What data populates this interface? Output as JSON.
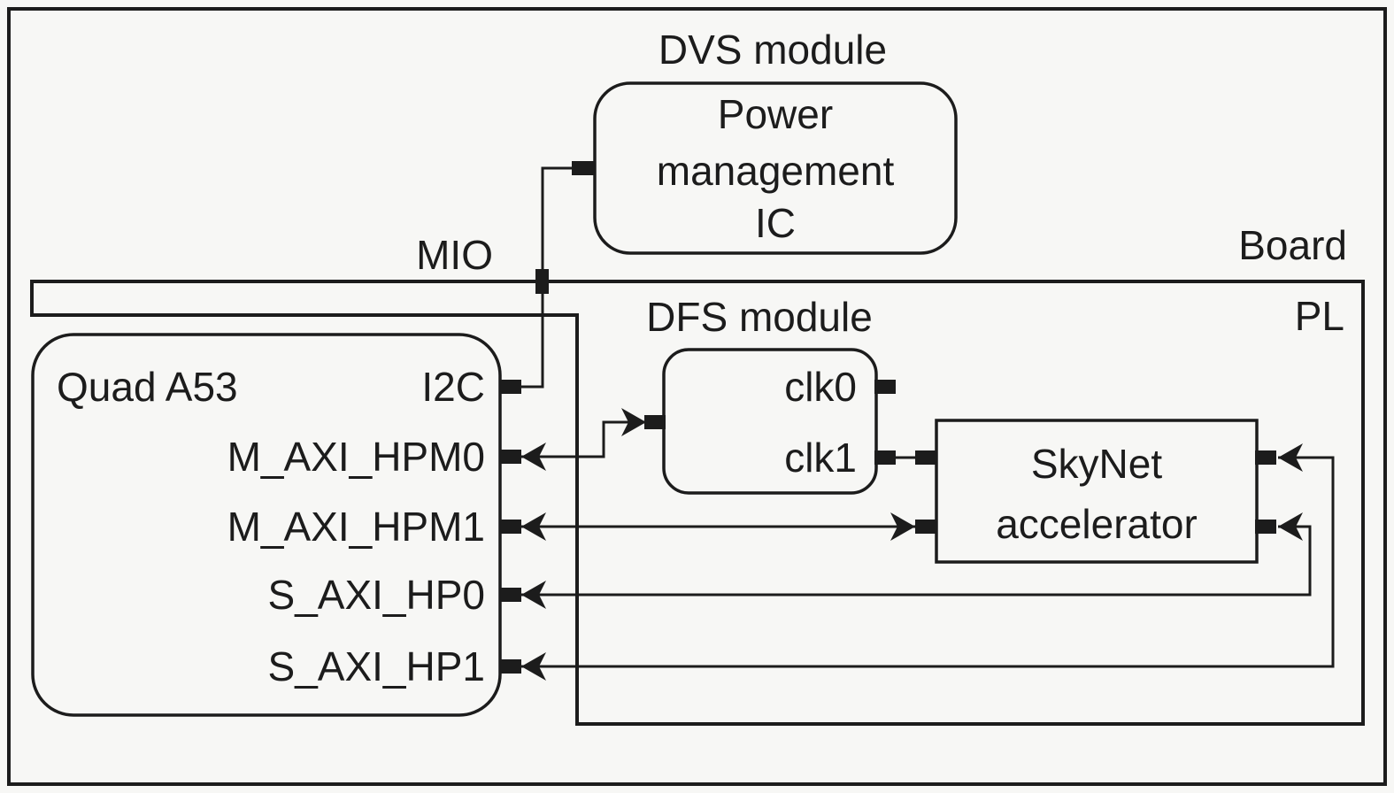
{
  "colors": {
    "background": "#f7f7f5",
    "line": "#1c1c1c",
    "text": "#1c1c1c"
  },
  "board": {
    "label": "Board"
  },
  "mio": {
    "label": "MIO"
  },
  "pl": {
    "label": "PL"
  },
  "dvs_module": {
    "caption": "DVS module",
    "block_lines": [
      "Power",
      "management",
      "IC"
    ]
  },
  "processing_system": {
    "name": "Quad A53",
    "ports": [
      "I2C",
      "M_AXI_HPM0",
      "M_AXI_HPM1",
      "S_AXI_HP0",
      "S_AXI_HP1"
    ]
  },
  "dfs_module": {
    "caption": "DFS module",
    "ports": [
      "clk0",
      "clk1"
    ]
  },
  "accelerator": {
    "lines": [
      "SkyNet",
      "accelerator"
    ]
  }
}
